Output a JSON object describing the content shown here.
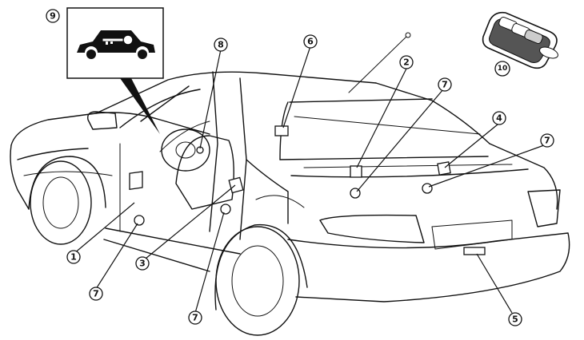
{
  "callouts": [
    {
      "id": "c1",
      "label": "1"
    },
    {
      "id": "c2",
      "label": "2"
    },
    {
      "id": "c3",
      "label": "3"
    },
    {
      "id": "c4",
      "label": "4"
    },
    {
      "id": "c5",
      "label": "5"
    },
    {
      "id": "c6",
      "label": "6"
    },
    {
      "id": "c7a",
      "label": "7"
    },
    {
      "id": "c7b",
      "label": "7"
    },
    {
      "id": "c7c",
      "label": "7"
    },
    {
      "id": "c7d",
      "label": "7"
    },
    {
      "id": "c8",
      "label": "8"
    },
    {
      "id": "c9",
      "label": "9"
    },
    {
      "id": "c10",
      "label": "10"
    }
  ],
  "icons": {
    "inset": "car-lock-key-icon",
    "remote": "keyless-remote-icon"
  }
}
